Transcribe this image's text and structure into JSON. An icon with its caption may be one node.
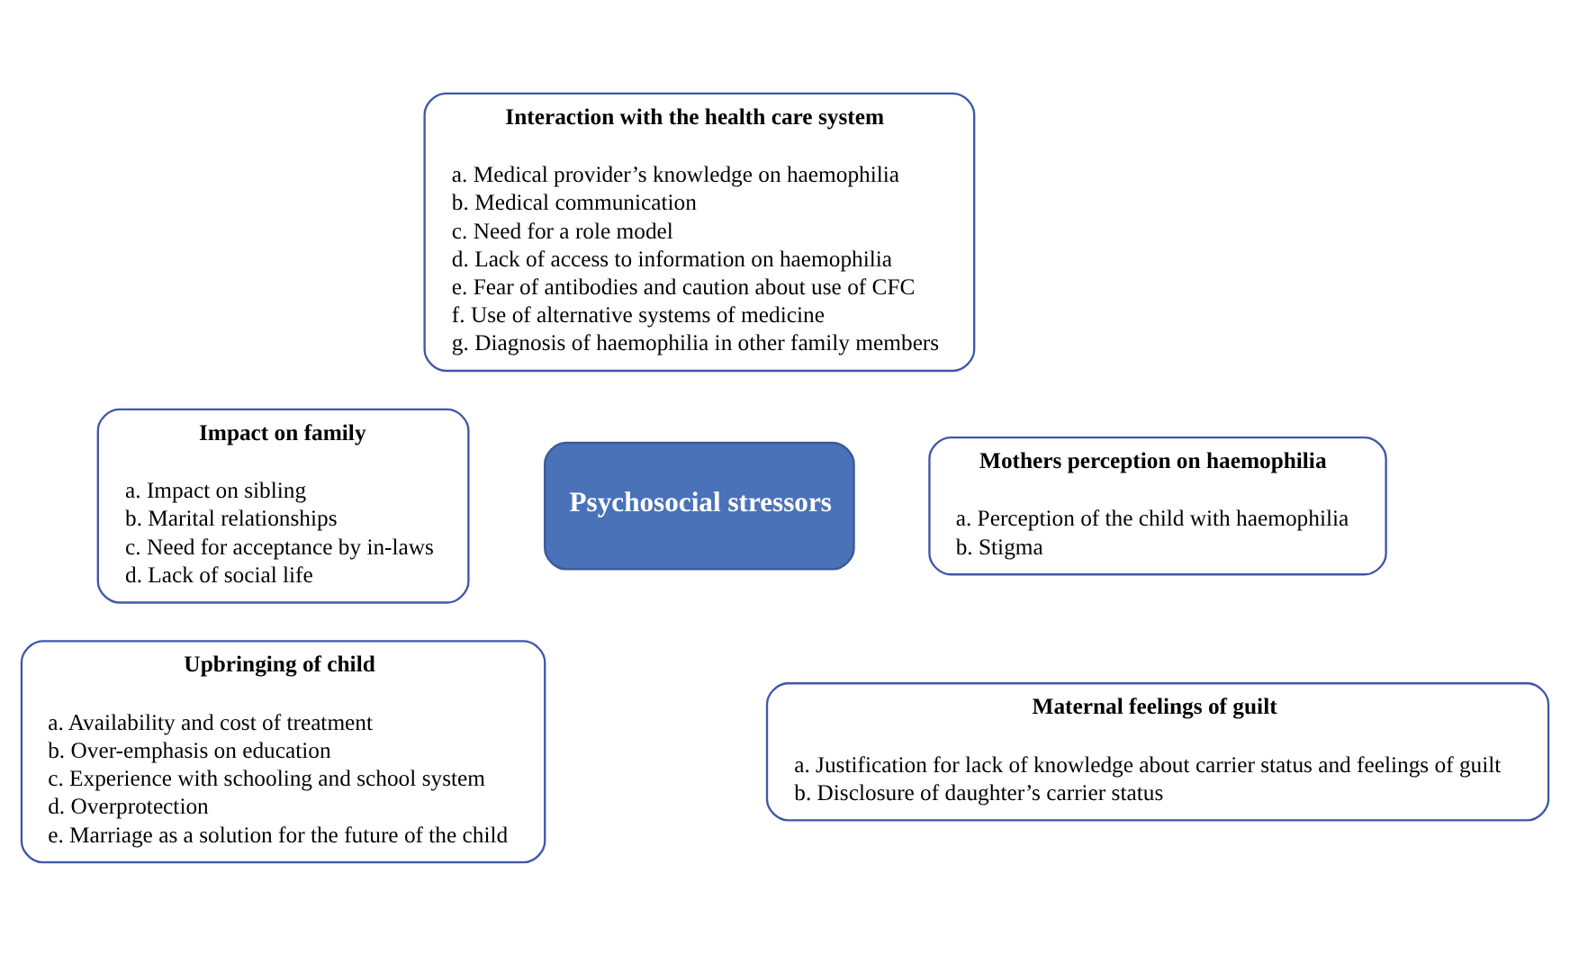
{
  "diagram": {
    "nodes": [
      {
        "text": [
          "Interaction with the health care system",
          "a. Medical provider’s knowledge on haemophilia",
          "b. Medical communication",
          "c. Need for a role model",
          "d. Lack of access to information on haemophilia",
          "e. Fear of antibodies and caution about use of CFC",
          "f. Use of alternative systems of medicine",
          "g. Diagnosis of haemophilia in other family members"
        ]
      },
      {
        "text": [
          "Impact on family",
          "a. Impact on sibling",
          "b. Marital relationships",
          "c. Need for acceptance by in-laws",
          "d. Lack of social life"
        ]
      },
      {
        "text": [
          "Mothers perception on haemophilia",
          "a. Perception of the child with haemophilia",
          "b. Stigma"
        ]
      },
      {
        "text": [
          "Psychosocial stressors"
        ]
      },
      {
        "text": [
          "Upbringing of child",
          "a. Availability and cost of treatment",
          "b. Over-emphasis on education",
          "c. Experience with schooling and school system",
          "d. Overprotection",
          "e. Marriage as a solution for the future of the child"
        ]
      },
      {
        "text": [
          "Maternal feelings of guilt",
          "a. Justification for lack of knowledge about carrier status and feelings of guilt",
          "b. Disclosure of daughter’s carrier status"
        ]
      }
    ],
    "edges": []
  }
}
